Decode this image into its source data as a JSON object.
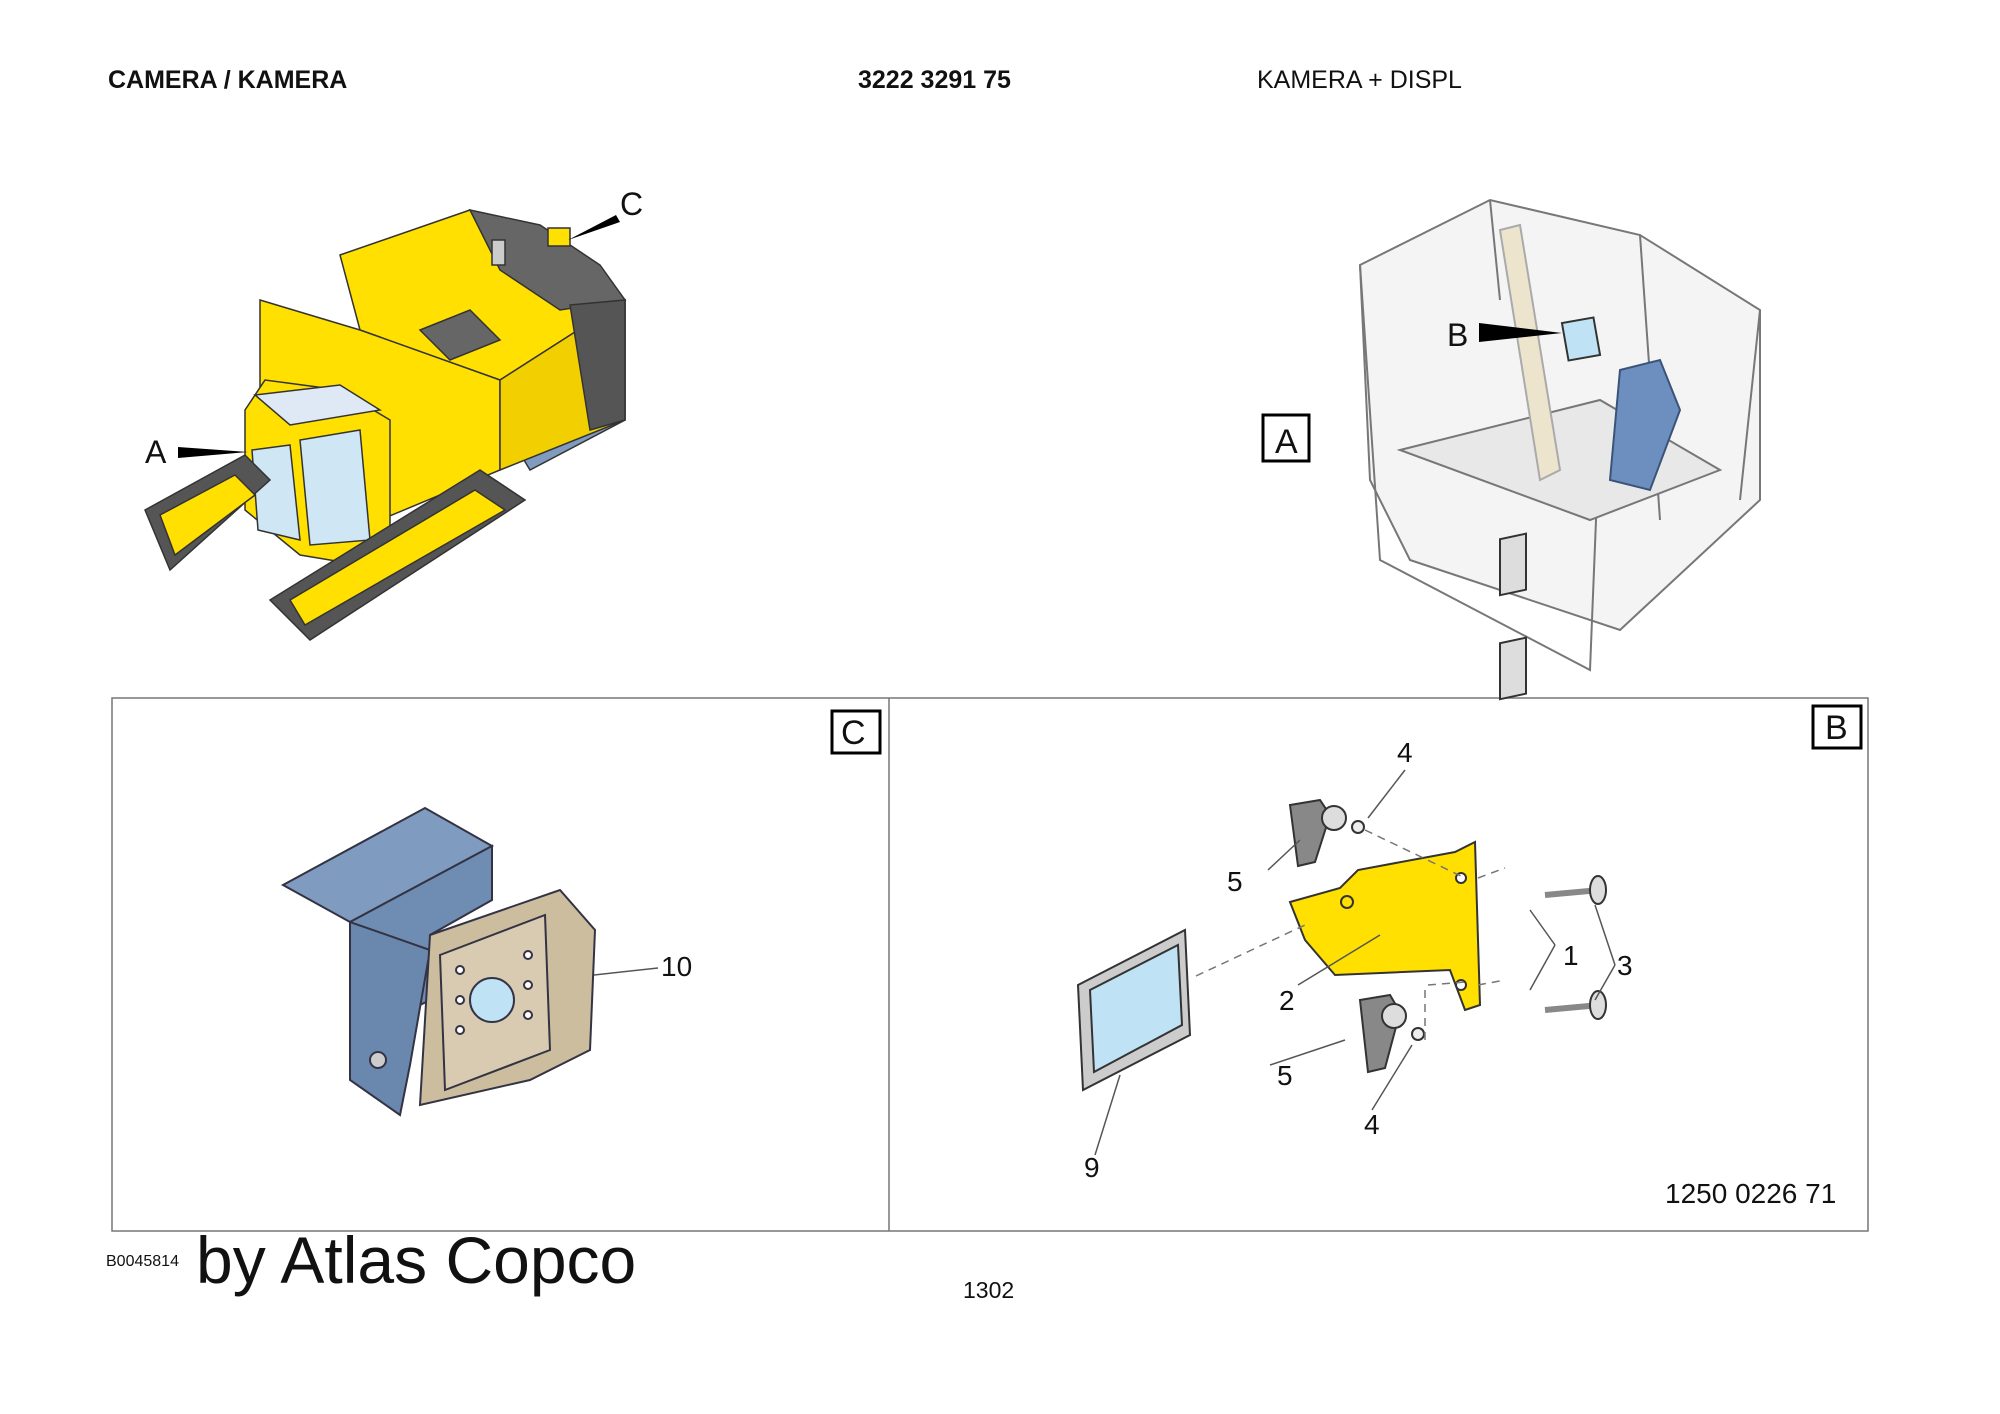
{
  "header": {
    "title": "CAMERA / KAMERA",
    "part_number": "3222 3291 75",
    "description": "KAMERA + DISPL"
  },
  "views": {
    "overview_labels": {
      "a": "A",
      "b": "B",
      "c": "C"
    },
    "box_a": "A",
    "box_b": "B",
    "box_c": "C"
  },
  "callouts": {
    "camera": "10",
    "bracket": "2",
    "clip": "1",
    "screw": "3",
    "washer_top": "4",
    "washer_bottom": "4",
    "knob_top": "5",
    "knob_bottom": "5",
    "display": "9"
  },
  "footer": {
    "kit_number": "1250 0226 71",
    "image_id": "B0045814",
    "brand": "by Atlas Copco",
    "page": "1302"
  },
  "colors": {
    "machine_yellow": "#ffe000",
    "steel_blue": "#7f9cc0",
    "camera_face": "#d8cbb2",
    "screen": "#bfe3f5",
    "cab_grey": "#dfdfdf"
  }
}
